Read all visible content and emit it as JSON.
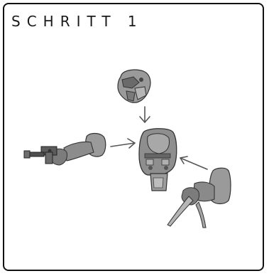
{
  "step": {
    "title": "SCHRITT 1"
  },
  "parts": [
    {
      "name": "head",
      "icon": "robot-head-icon"
    },
    {
      "name": "torso",
      "icon": "robot-torso-icon"
    },
    {
      "name": "left-arm",
      "icon": "arm-with-blaster-icon"
    },
    {
      "name": "right-arm",
      "icon": "arm-with-blade-icon"
    }
  ],
  "colors": {
    "part_fill": "#8f8f8f",
    "part_shadow": "#5b5b5b",
    "part_highlight": "#b9b9b9",
    "arrow": "#555555",
    "border": "#111111"
  }
}
